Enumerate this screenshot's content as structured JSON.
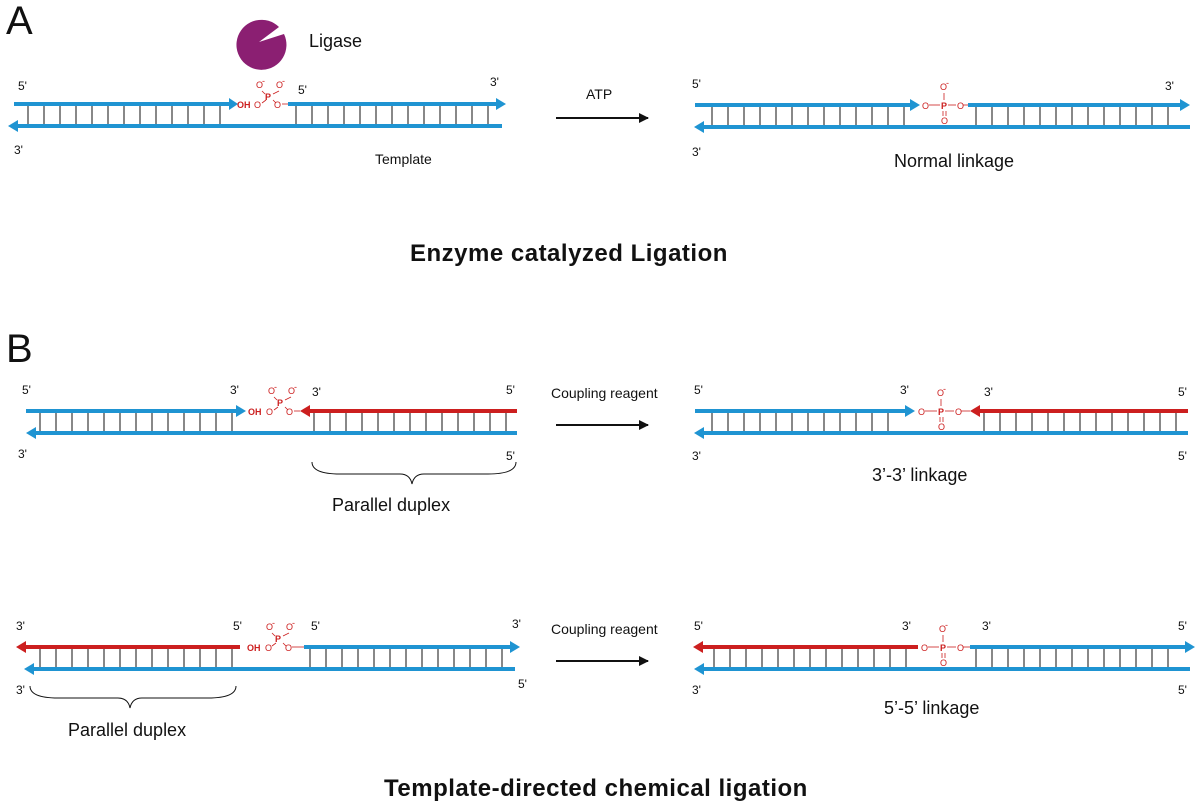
{
  "colors": {
    "blue_strand": "#1f94d2",
    "red_strand": "#cc1f1f",
    "ligase": "#8b1f72",
    "text": "#111111",
    "phosphate": "#cc1f1f"
  },
  "panels": {
    "a": {
      "letter": "A",
      "enzyme_label": "Ligase",
      "enzyme_icon": "pacman-shape",
      "arrow_label": "ATP",
      "template_label": "Template",
      "product_label": "Normal linkage",
      "section_title": "Enzyme catalyzed Ligation",
      "left": {
        "top_l": "5'",
        "top_mid": "5'",
        "top_r": "3'",
        "bot_l": "3'"
      },
      "right": {
        "top_l": "5'",
        "top_r": "3'",
        "bot_l": "3'"
      }
    },
    "b": {
      "letter": "B",
      "section_title": "Template-directed chemical ligation",
      "row1": {
        "arrow_label": "Coupling reagent",
        "brace_label": "Parallel duplex",
        "product_label": "3’-3’ linkage",
        "left": {
          "top_l": "5'",
          "top_mid_l": "3'",
          "top_mid_r": "3'",
          "top_r": "5'",
          "bot_l": "3'",
          "bot_r": "5'"
        },
        "right": {
          "top_l": "5'",
          "top_mid_l": "3'",
          "top_mid_r": "3'",
          "top_r": "5'",
          "bot_l": "3'",
          "bot_r": "5'"
        }
      },
      "row2": {
        "arrow_label": "Coupling reagent",
        "brace_label": "Parallel duplex",
        "product_label": "5’-5’ linkage",
        "left": {
          "top_l": "3'",
          "top_mid_l": "5'",
          "top_mid_r": "5'",
          "top_r": "3'",
          "bot_l": "3'",
          "bot_r": "5'"
        },
        "right": {
          "top_l": "5'",
          "top_mid_l": "3'",
          "top_mid_r": "3'",
          "top_r": "5'",
          "bot_l": "3'",
          "bot_r": "5'"
        }
      }
    }
  },
  "chem": {
    "oh": "OH",
    "p": "P",
    "o": "O",
    "o_minus": "O",
    "minus": "-"
  }
}
